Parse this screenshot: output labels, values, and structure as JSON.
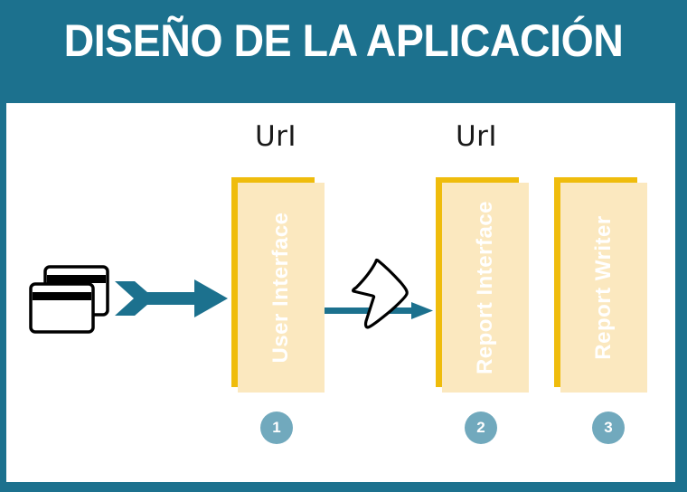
{
  "slide": {
    "title": "DISEÑO DE LA APLICACIÓN",
    "header_color": "#1C718E",
    "canvas_color": "#ffffff"
  },
  "labels": {
    "url_1": "UrI",
    "url_2": "UrI"
  },
  "columns": [
    {
      "id": "user-interface",
      "text": "User Interface",
      "badge": "1",
      "accent_color": "#EFBC0C",
      "fill_color": "#FBE8BF",
      "text_color": "#ffffff"
    },
    {
      "id": "report-interface",
      "text": "Report Interface",
      "badge": "2",
      "accent_color": "#EFBC0C",
      "fill_color": "#FBE8BF",
      "text_color": "#ffffff"
    },
    {
      "id": "report-writer",
      "text": "Report Writer",
      "badge": "3",
      "accent_color": "#EFBC0C",
      "fill_color": "#FBE8BF",
      "text_color": "#ffffff"
    }
  ],
  "badges": {
    "color": "#71A9BD",
    "text_color": "#ffffff"
  },
  "icons": {
    "card_stack": "card-stack-icon",
    "arrow_thick": "thick-arrow-icon",
    "arrow_thin": "thin-arrow-icon",
    "doodle_arrow": "hand-drawn-arrow-icon"
  },
  "colors": {
    "teal": "#1C718E",
    "gold": "#EFBC0C",
    "cream": "#FBE8BF",
    "badge_teal": "#71A9BD",
    "outline_black": "#000000"
  }
}
